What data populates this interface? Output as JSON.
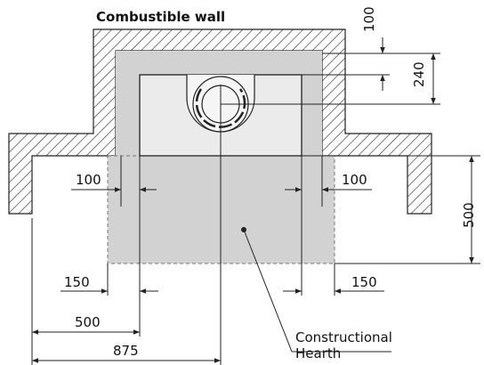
{
  "title": "Combustible wall",
  "dimensions": {
    "wall_gap_top": "100",
    "hearth_depth_behind": "240",
    "side_left": "100",
    "side_right": "100",
    "hearth_front": "500",
    "side_hearth_left": "150",
    "side_hearth_right": "150",
    "to_stove_edge": "500",
    "to_flue_center": "875"
  },
  "hearth_label": {
    "line1": "Constructional",
    "line2": "Hearth"
  },
  "colors": {
    "hearth_fill": "#d2d2d2",
    "stove_fill": "#e9e9e9",
    "hatch": "#333333",
    "line": "#222222"
  }
}
